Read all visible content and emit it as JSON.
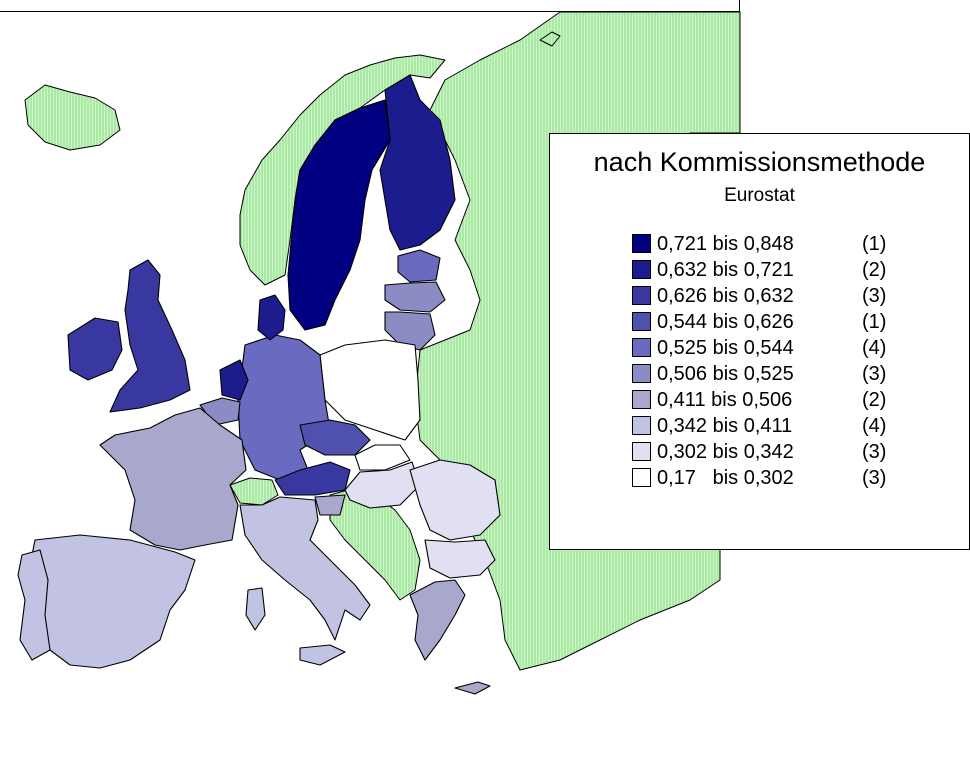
{
  "legend": {
    "title": "nach Kommissionsmethode",
    "subtitle": "Eurostat",
    "entries": [
      {
        "range": "0,721 bis 0,848",
        "count": "(1)",
        "color": "#000080"
      },
      {
        "range": "0,632 bis 0,721",
        "count": "(2)",
        "color": "#1c1c8e"
      },
      {
        "range": "0,626 bis 0,632",
        "count": "(3)",
        "color": "#3838a0"
      },
      {
        "range": "0,544 bis 0,626",
        "count": "(1)",
        "color": "#5050ae"
      },
      {
        "range": "0,525 bis 0,544",
        "count": "(4)",
        "color": "#6a6ac0"
      },
      {
        "range": "0,506 bis 0,525",
        "count": "(3)",
        "color": "#8c8cc4"
      },
      {
        "range": "0,411 bis 0,506",
        "count": "(2)",
        "color": "#a8a8cc"
      },
      {
        "range": "0,342 bis 0,411",
        "count": "(4)",
        "color": "#c2c2e2"
      },
      {
        "range": "0,302 bis 0,342",
        "count": "(3)",
        "color": "#e0e0f2"
      },
      {
        "range": "0,17   bis 0,302",
        "count": "(3)",
        "color": "#ffffff"
      }
    ]
  },
  "colors": {
    "non_member_fill": "#c8f5c0",
    "non_member_hatch": "#7fd67f",
    "border": "#000000"
  }
}
